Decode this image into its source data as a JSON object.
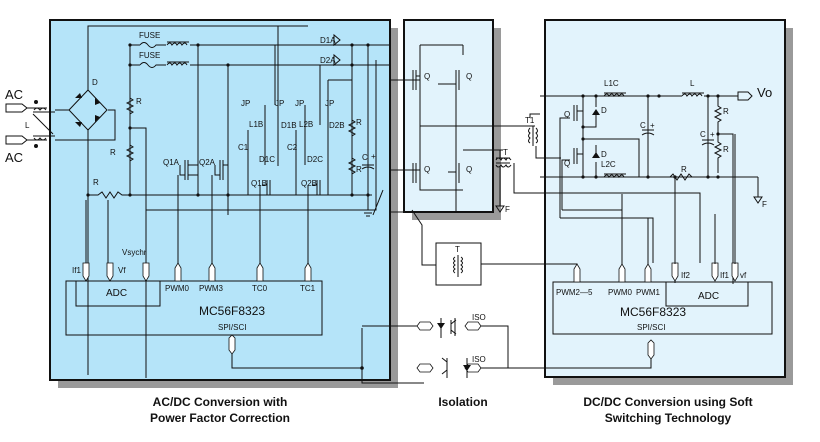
{
  "colors": {
    "acdc_block": "#b5e4f9",
    "isolation_block": "#e2f3fc",
    "dcdc_block": "#e2f3fc",
    "shadow": "#9a9a9a"
  },
  "acdc": {
    "ac_top": "AC",
    "ac_bottom": "AC",
    "inductor": "L",
    "bridge": "D",
    "fuse1": "FUSE",
    "fuse2": "FUSE",
    "r1": "R",
    "r2": "R",
    "r3": "R",
    "q1a": "Q1A",
    "q2a": "Q2A",
    "jp1": "JP",
    "jp2": "JP",
    "jp3": "JP",
    "jp4": "JP",
    "l1b": "L1B",
    "d1b": "D1B",
    "l2b": "L2B",
    "d2b": "D2B",
    "c1": "C1",
    "c2": "C2",
    "d1c": "D1C",
    "d2c": "D2C",
    "q1b": "Q1B",
    "q2b": "Q2B",
    "d1a": "D1A",
    "d2a": "D2A",
    "r4": "R",
    "r5": "R",
    "cbulk": "C",
    "plus": "+",
    "mcu": {
      "name": "MC56F8323",
      "adc": "ADC",
      "comm": "SPI/SCI",
      "pins": {
        "if1": "If1",
        "vf": "Vf",
        "vsychr": "Vsychr",
        "pwm0": "PWM0",
        "pwm3": "PWM3",
        "tc0": "TC0",
        "tc1": "TC1"
      }
    },
    "caption_line1": "AC/DC Conversion with",
    "caption_line2": "Power Factor Correction"
  },
  "isolation": {
    "q1": "Q",
    "q2": "Q",
    "q3": "Q",
    "q4": "Q",
    "t1": "T1",
    "t": "T",
    "gnd": "F",
    "gate_t": "T",
    "iso1": "ISO",
    "iso2": "ISO",
    "caption": "Isolation"
  },
  "dcdc": {
    "l1c": "L1C",
    "l": "L",
    "vo": "Vo",
    "q1": "Q",
    "d1": "D",
    "c1": "C",
    "plus1": "+",
    "c2": "C",
    "plus2": "+",
    "r1": "R",
    "r2": "R",
    "q2": "Q",
    "d2": "D",
    "l2c": "L2C",
    "r3": "R",
    "gnd": "F",
    "mcu": {
      "name": "MC56F8323",
      "adc": "ADC",
      "comm": "SPI/SCI",
      "pins": {
        "pwm25": "PWM2—5",
        "pwm0": "PWM0",
        "pwm1": "PWM1",
        "if2": "If2",
        "if1": "If1",
        "vf": "vf"
      }
    },
    "caption_line1": "DC/DC Conversion using Soft",
    "caption_line2": "Switching Technology"
  }
}
